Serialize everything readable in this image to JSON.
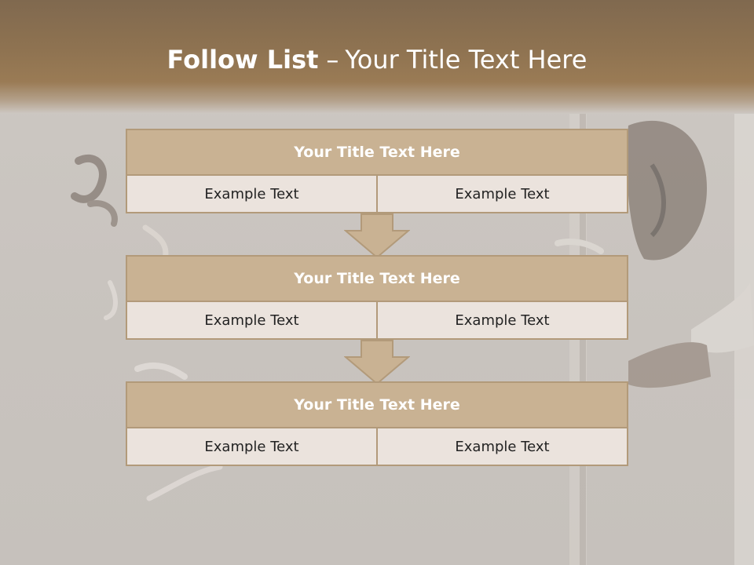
{
  "slide": {
    "title_bold": "Follow List",
    "title_separator": "–",
    "title_rest": "Your Title Text Here"
  },
  "steps": [
    {
      "title": "Your Title Text Here",
      "left": "Example Text",
      "right": "Example Text"
    },
    {
      "title": "Your Title Text Here",
      "left": "Example Text",
      "right": "Example Text"
    },
    {
      "title": "Your Title Text Here",
      "left": "Example Text",
      "right": "Example Text"
    }
  ],
  "colors": {
    "header": "#8f7351",
    "box_header": "#c9b293",
    "box_body": "#ebe3dd",
    "border": "#b29a7a",
    "background": "#c9c4bf"
  }
}
